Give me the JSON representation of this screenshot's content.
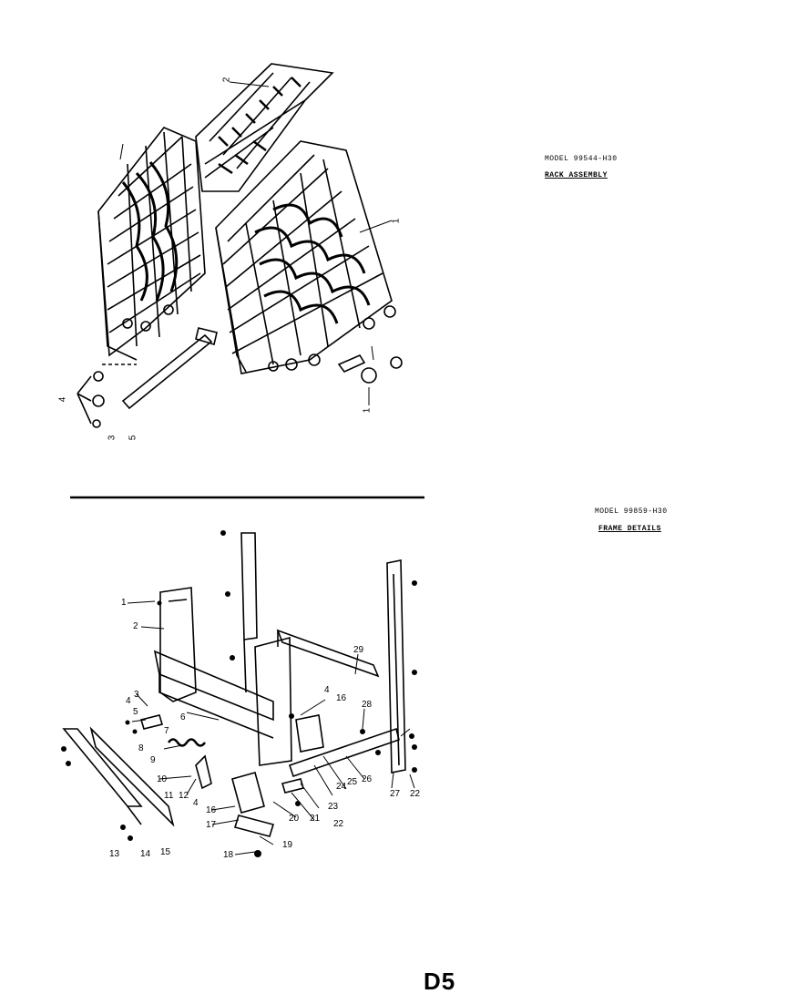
{
  "rack_section": {
    "model": "MODEL 99544-H30",
    "title": "RACK ASSEMBLY",
    "callouts": [
      "2",
      "1",
      "1",
      "4",
      "3",
      "5"
    ]
  },
  "frame_section": {
    "model": "MODEL 99859-H30",
    "title": "FRAME DETAILS",
    "callouts": [
      "1",
      "2",
      "3",
      "4",
      "5",
      "6",
      "7",
      "8",
      "9",
      "10",
      "11",
      "12",
      "4",
      "13",
      "14",
      "15",
      "16",
      "17",
      "18",
      "19",
      "20",
      "21",
      "22",
      "23",
      "24",
      "25",
      "26",
      "27",
      "28",
      "29",
      "4",
      "16",
      "22"
    ]
  },
  "page_code": "D5"
}
